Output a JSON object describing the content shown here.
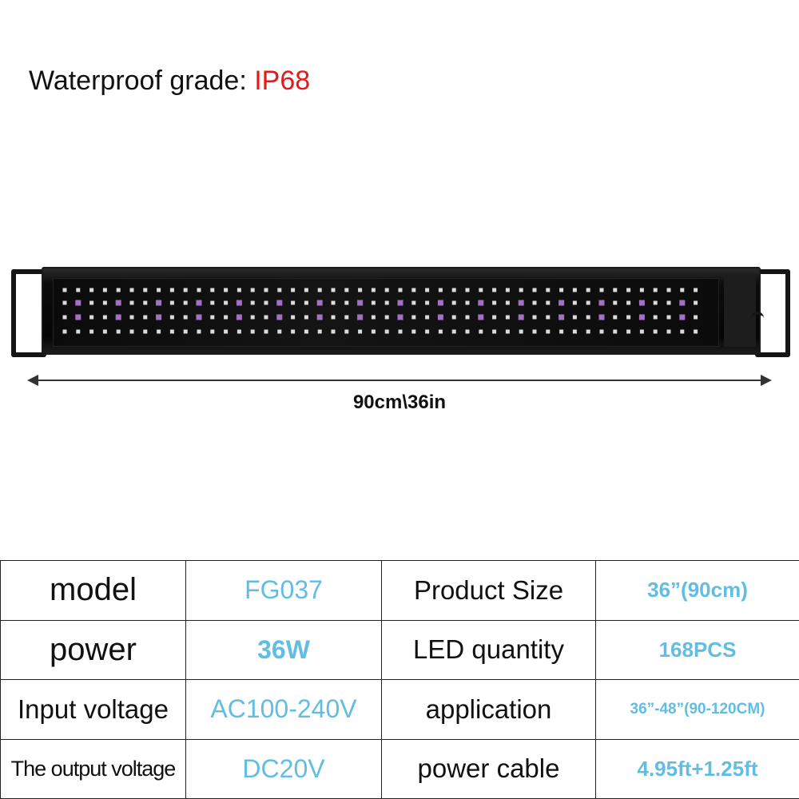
{
  "headline": {
    "label": "Waterproof grade: ",
    "value": "IP68"
  },
  "dimension": {
    "text": "90cm\\36in"
  },
  "colors": {
    "accent_red": "#e21b1b",
    "value_blue": "#62bde3",
    "bar_black": "#0a0a0a",
    "led_white": "#ffffff",
    "led_purple": "#b57bd8"
  },
  "specs": {
    "rows": [
      {
        "label1": "model",
        "value1": "FG037",
        "label2": "Product Size",
        "value2": "36”(90cm)"
      },
      {
        "label1": "power",
        "value1": "36W",
        "label2": "LED quantity",
        "value2": "168PCS"
      },
      {
        "label1": "Input voltage",
        "value1": "AC100-240V",
        "label2": "application",
        "value2": "36”-48”(90-120CM)"
      },
      {
        "label1": "The output voltage",
        "value1": "DC20V",
        "label2": "power cable",
        "value2": "4.95ft+1.25ft"
      }
    ]
  }
}
